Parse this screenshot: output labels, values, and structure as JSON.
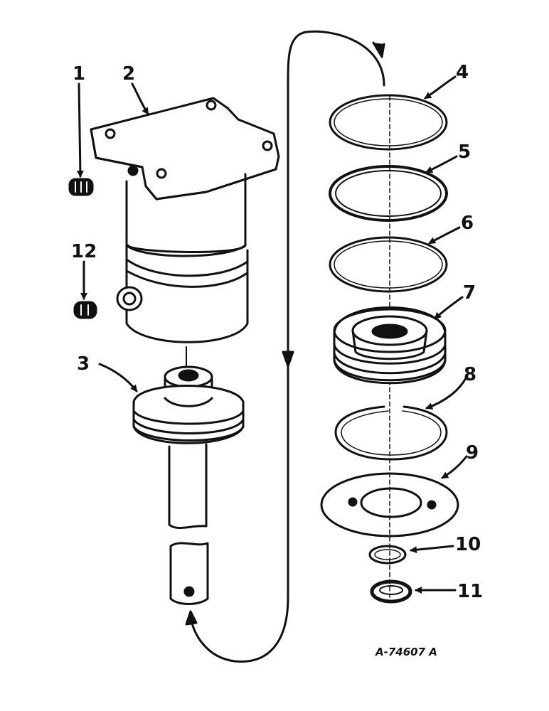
{
  "diagram": {
    "figure_id": "A-74607 A",
    "callouts": [
      "1",
      "2",
      "3",
      "4",
      "5",
      "6",
      "7",
      "8",
      "9",
      "10",
      "11",
      "12"
    ],
    "ink_color": "#111111",
    "paper_color": "#ffffff"
  }
}
